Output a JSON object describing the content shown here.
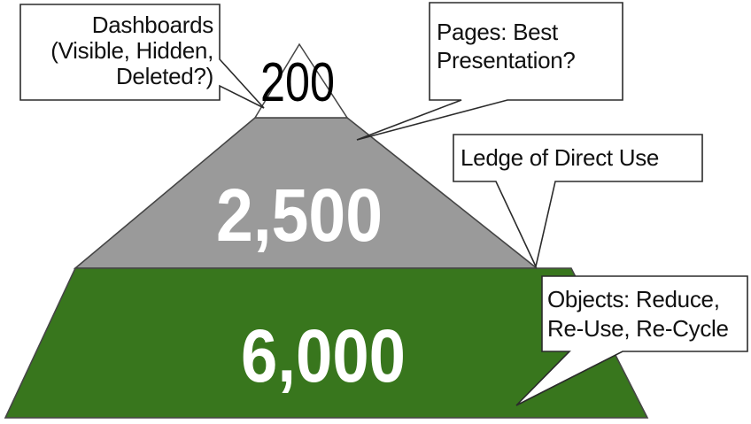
{
  "colors": {
    "green": "#38761d",
    "gray": "#9a9a9a",
    "white": "#ffffff",
    "black": "#000000",
    "shape_outline": "#454545",
    "bubble_border": "#2b2b2b"
  },
  "pyramid": {
    "layers": [
      {
        "name": "dashboards",
        "value": "200"
      },
      {
        "name": "pages",
        "value": "2,500"
      },
      {
        "name": "objects",
        "value": "6,000"
      }
    ]
  },
  "callouts": {
    "dashboards": {
      "text": "Dashboards\n(Visible, Hidden,\nDeleted?)"
    },
    "pages": {
      "text": "Pages: Best\nPresentation?"
    },
    "ledge": {
      "text": "Ledge of Direct Use"
    },
    "objects": {
      "text": "Objects: Reduce,\nRe-Use, Re-Cycle"
    }
  },
  "chart_data": {
    "type": "pyramid",
    "categories": [
      "Dashboards",
      "Pages",
      "Objects"
    ],
    "values": [
      200,
      2500,
      6000
    ],
    "title": "",
    "annotations": [
      "Dashboards (Visible, Hidden, Deleted?)",
      "Pages: Best Presentation?",
      "Ledge of Direct Use",
      "Objects: Reduce, Re-Use, Re-Cycle"
    ]
  }
}
